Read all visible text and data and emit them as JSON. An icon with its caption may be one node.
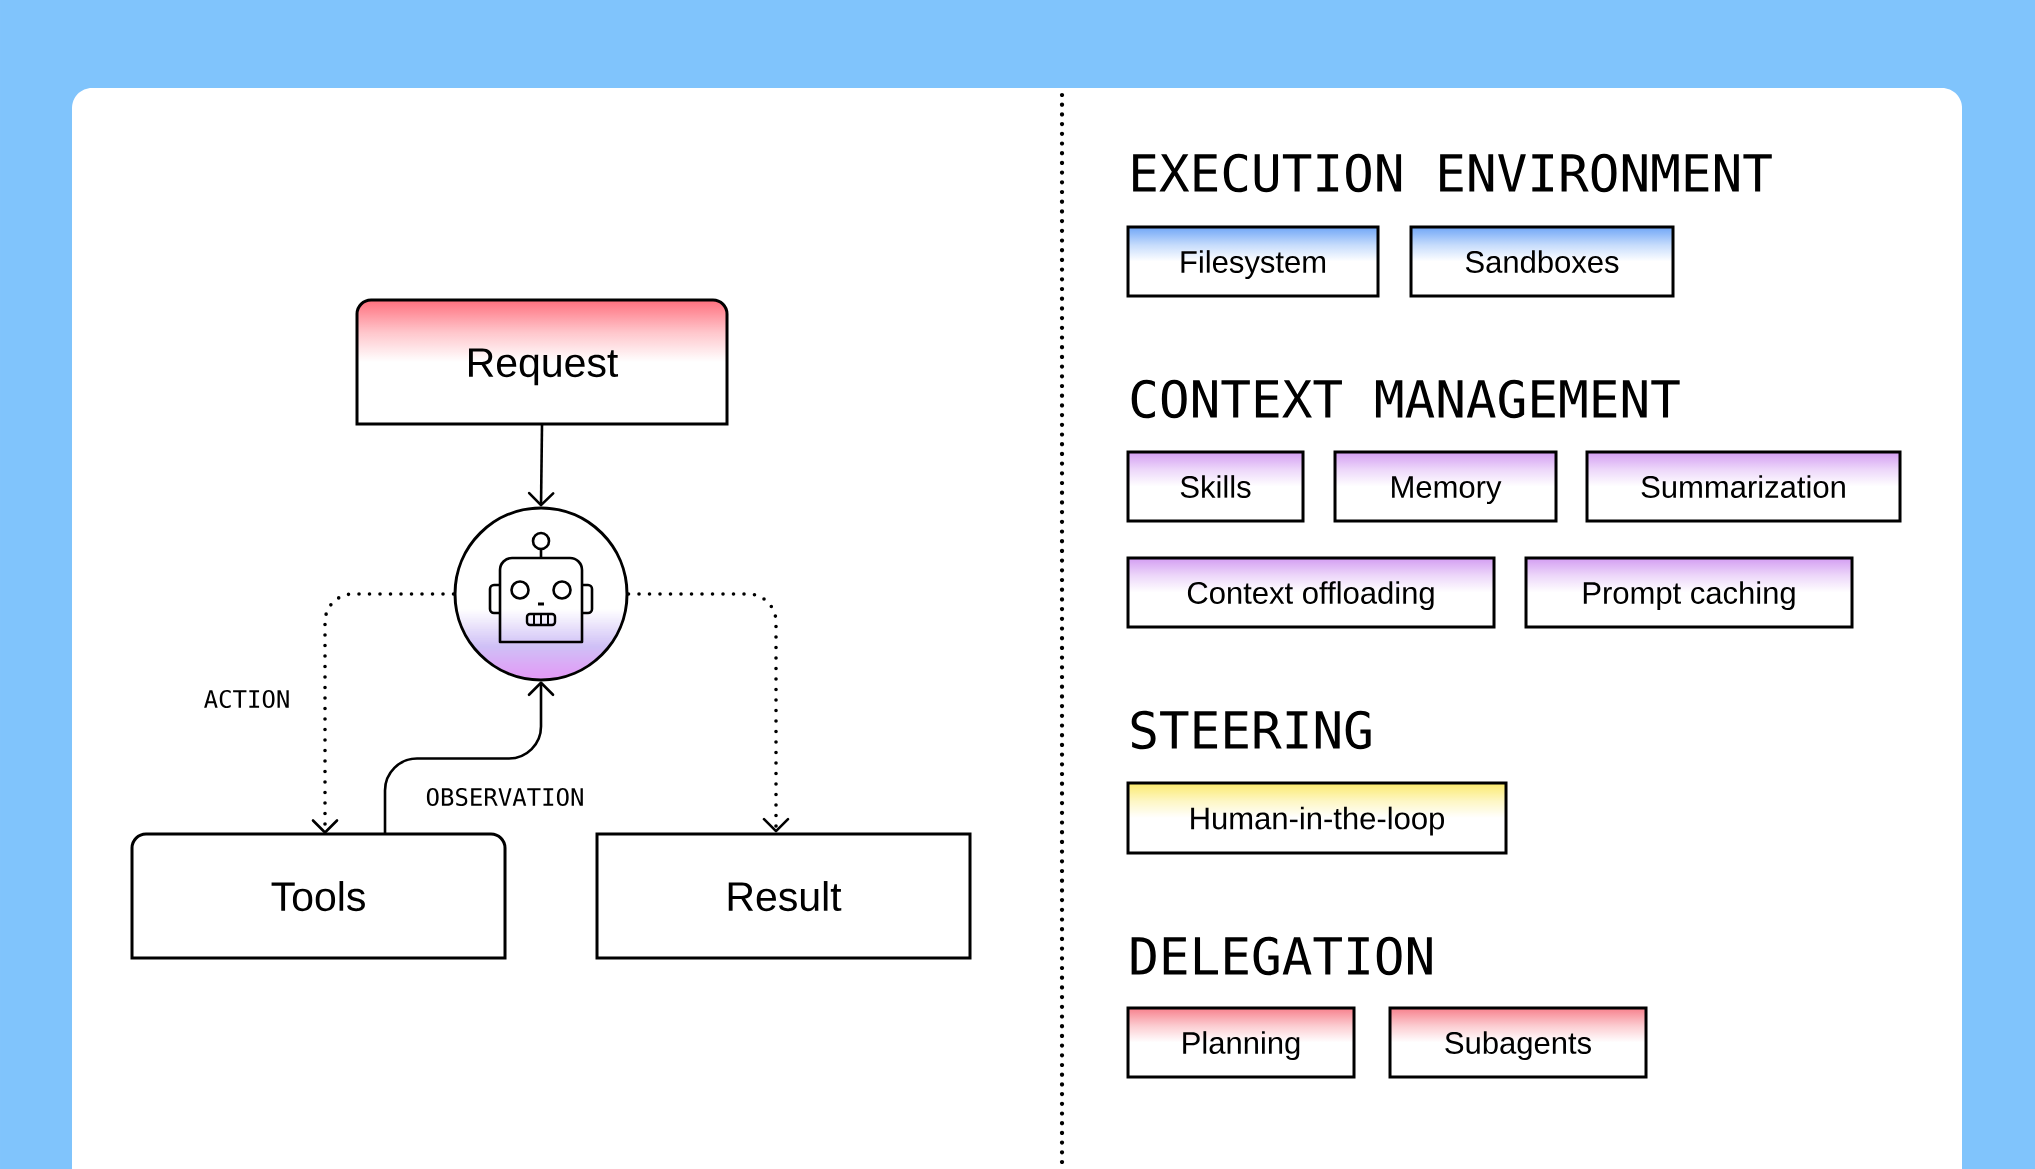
{
  "diagram": {
    "nodes": [
      {
        "text": [
          "Request"
        ]
      },
      {
        "text": [],
        "shape": "circle"
      },
      {
        "text": [
          "Tools"
        ]
      },
      {
        "text": [
          "Result"
        ]
      },
      {
        "text": [
          "Filesystem"
        ]
      },
      {
        "text": [
          "Sandboxes"
        ]
      },
      {
        "text": [
          "Skills"
        ]
      },
      {
        "text": [
          "Memory"
        ]
      },
      {
        "text": [
          "Summarization"
        ]
      },
      {
        "text": [
          "Context offloading"
        ]
      },
      {
        "text": [
          "Prompt caching"
        ]
      },
      {
        "text": [
          "Human-in-the-loop"
        ]
      },
      {
        "text": [
          "Planning"
        ]
      },
      {
        "text": [
          "Subagents"
        ]
      }
    ],
    "edges": [
      {
        "from": 0,
        "to": 1,
        "arrow": "to"
      },
      {
        "from": 1,
        "to": 2,
        "arrow": "to",
        "label": "ACTION",
        "style": "dashed"
      },
      {
        "from": 2,
        "to": 1,
        "arrow": "to",
        "label": "OBSERVATION"
      },
      {
        "from": 1,
        "to": 3,
        "arrow": "to",
        "style": "dashed"
      }
    ],
    "labels": [
      "EXECUTION ENVIRONMENT",
      "CONTEXT MANAGEMENT",
      "STEERING",
      "DELEGATION"
    ]
  }
}
